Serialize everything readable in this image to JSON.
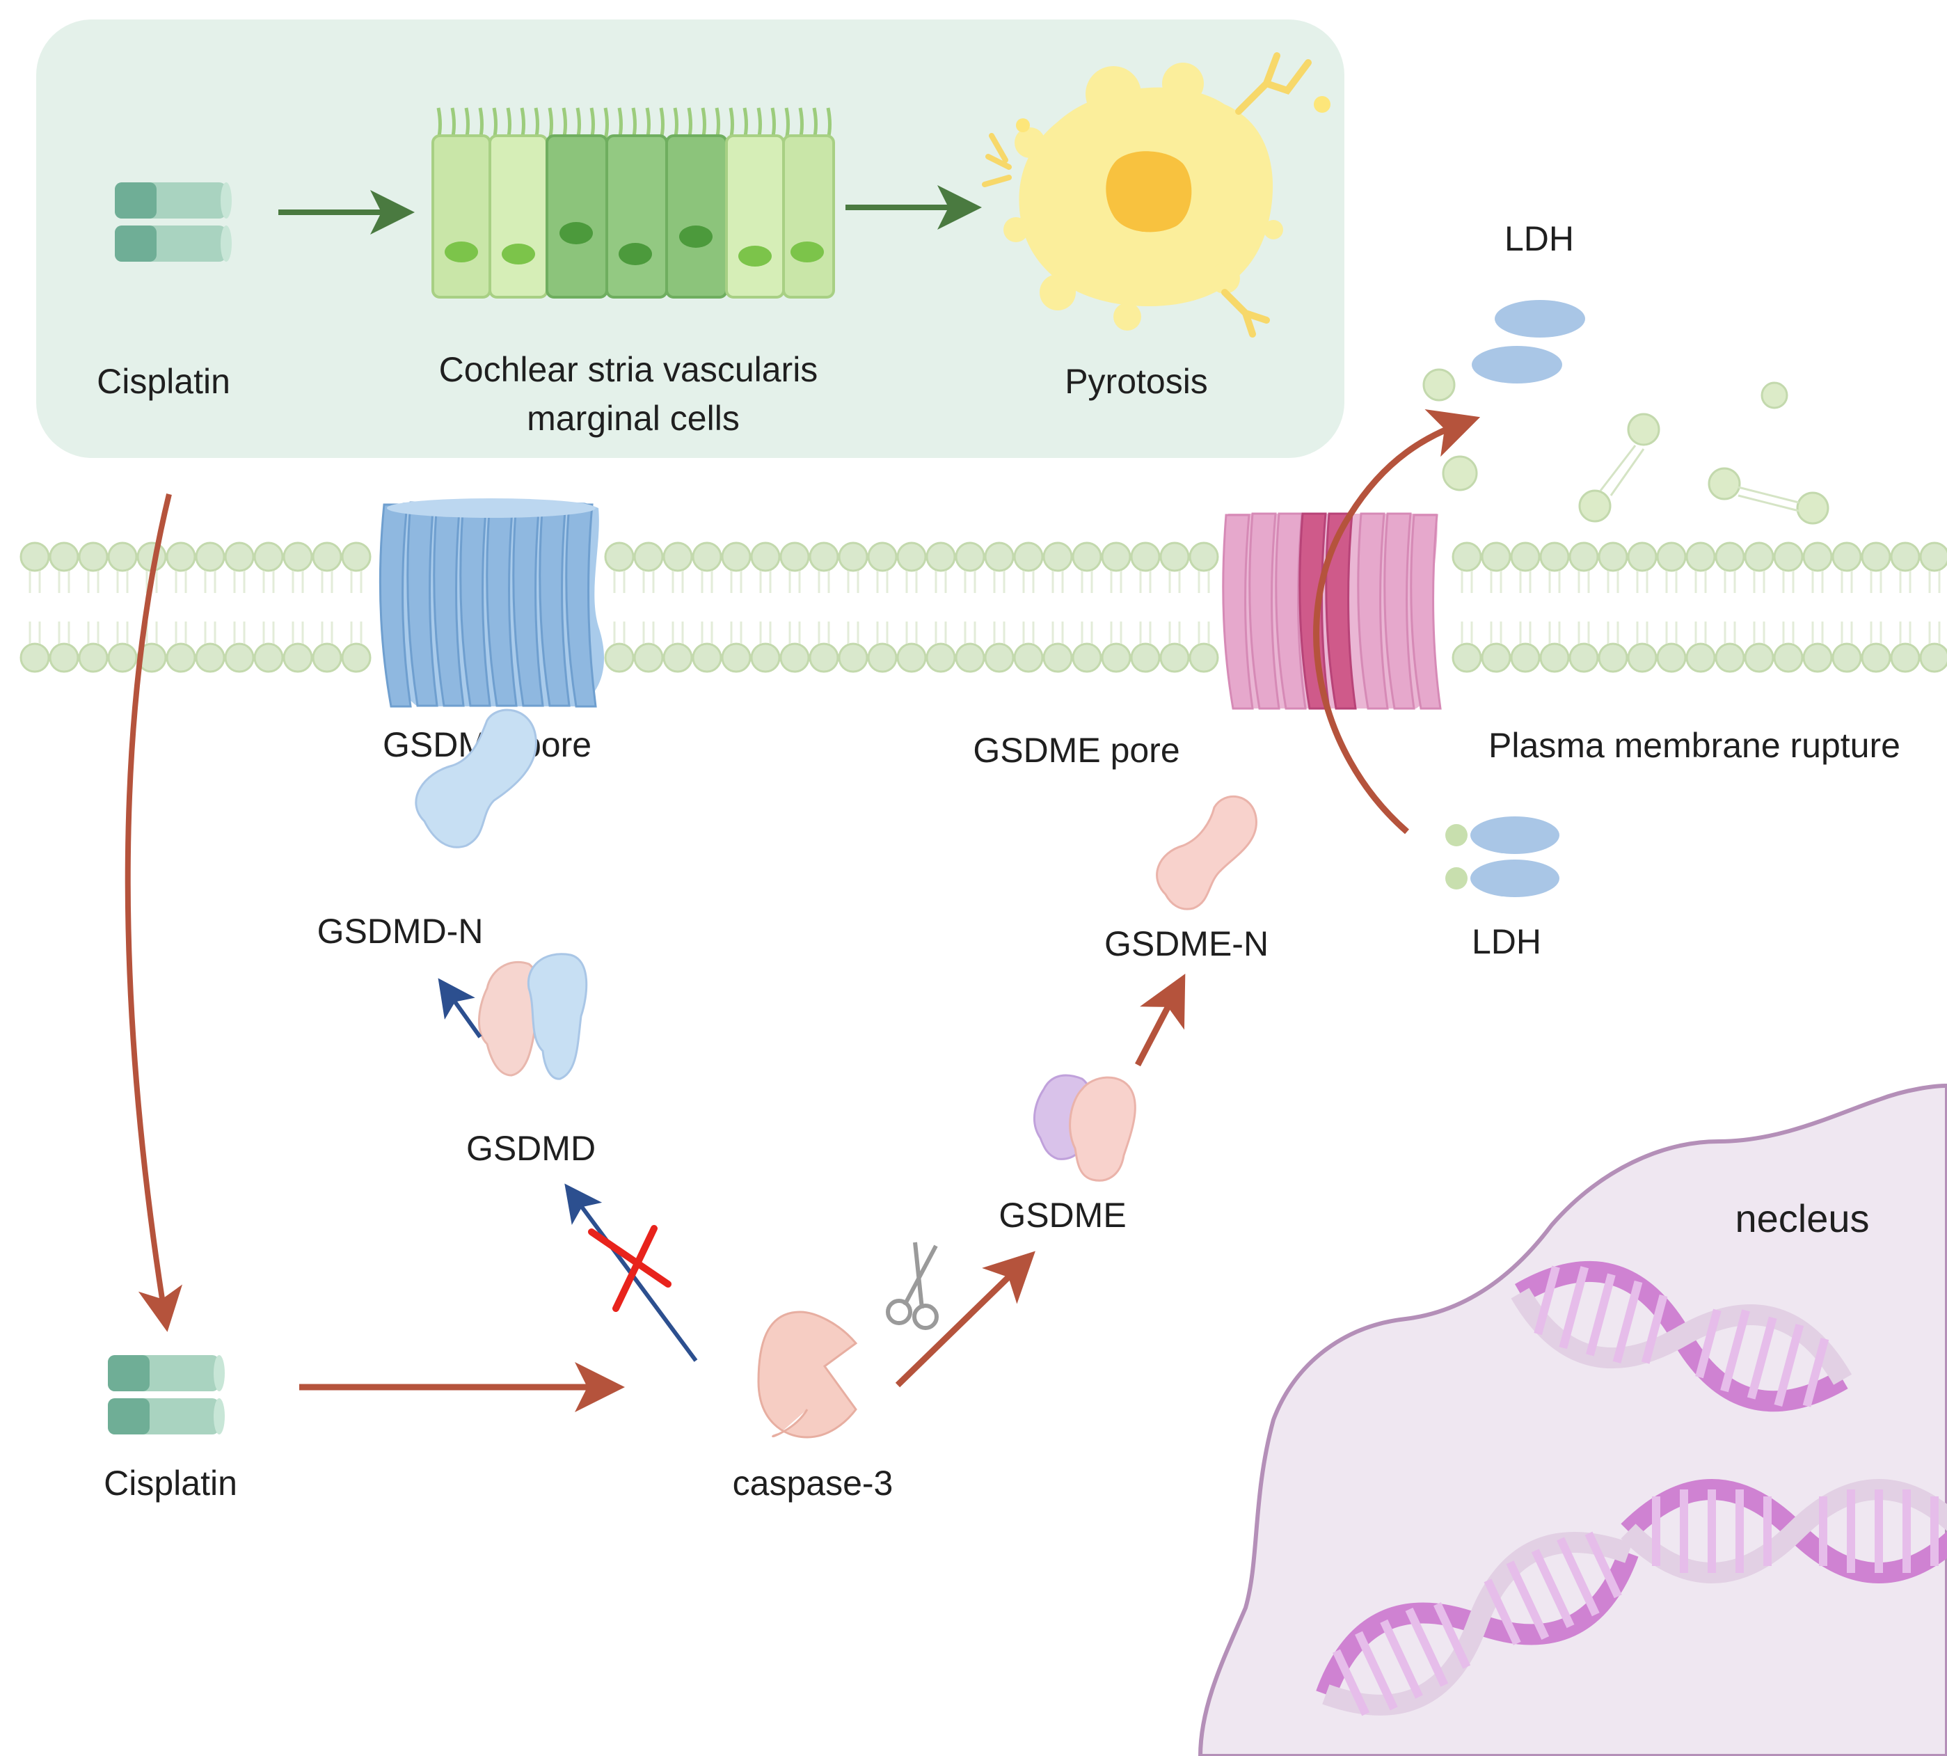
{
  "labels": {
    "cisplatin_top": "Cisplatin",
    "cochlear_line1": "Cochlear stria vascularis",
    "cochlear_line2": "marginal cells",
    "pyrotosis": "Pyrotosis",
    "ldh_out": "LDH",
    "gsdmd_pore": "GSDMD pore",
    "gsdme_pore": "GSDME pore",
    "membrane_rupture": "Plasma membrane rupture",
    "gsdmd_n": "GSDMD-N",
    "gsdme_n": "GSDME-N",
    "ldh_in": "LDH",
    "gsdmd": "GSDMD",
    "gsdme": "GSDME",
    "nucleus": "necleus",
    "cisplatin_bottom": "Cisplatin",
    "caspase3": "caspase-3"
  },
  "colors": {
    "panel_bg": "#e4f1ea",
    "green_arrow": "#4a7a40",
    "red_arrow": "#b5533c",
    "blue_arrow": "#2c4f8f",
    "inhibit_cross": "#e8231c",
    "membrane_bead": "#d9e8cc",
    "gsdmd_pore": "#8fb8e0",
    "gsdme_pore": "#e6a8cc",
    "nucleus_fill": "#efe7f1",
    "nucleus_edge": "#b48fb8",
    "ldh": "#a9c6e6",
    "caspase": "#f6cdc3"
  },
  "icons": [
    "cisplatin-icon",
    "marginal-cells-icon",
    "pyroptotic-cell-icon",
    "gsdmd-pore-icon",
    "gsdme-pore-icon",
    "gsdmd-n-icon",
    "gsdmd-icon",
    "gsdme-n-icon",
    "gsdme-icon",
    "ldh-icon",
    "caspase-icon",
    "scissors-icon",
    "dna-icon",
    "nucleus-icon"
  ]
}
